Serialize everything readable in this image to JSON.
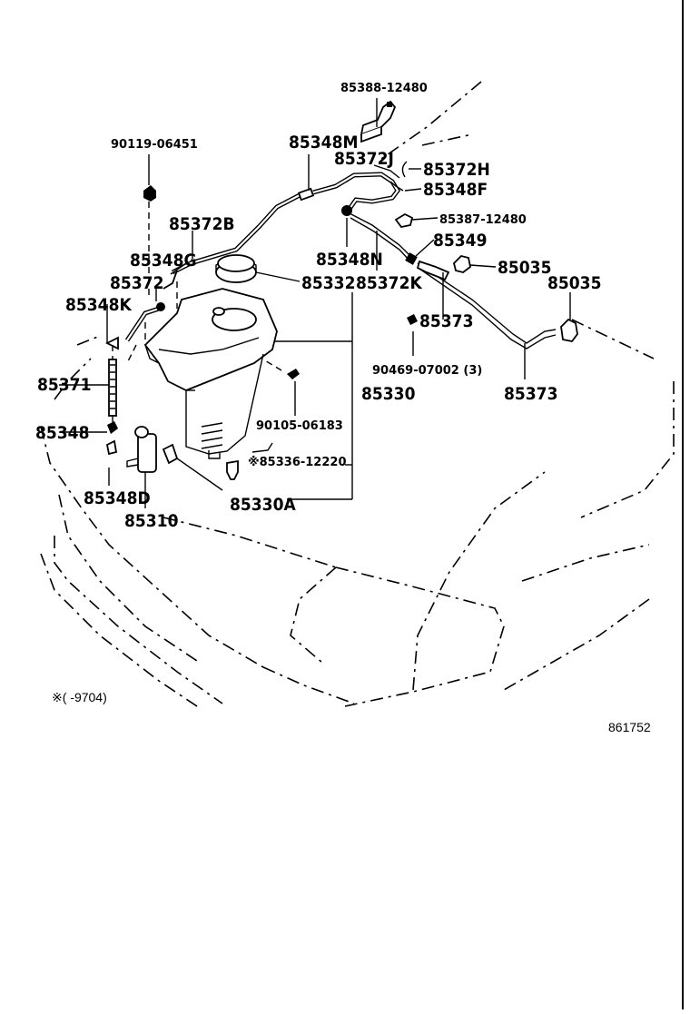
{
  "diagram": {
    "part_labels": [
      "85388-12480",
      "90119-06451",
      "85348M",
      "85372J",
      "85372H",
      "85348F",
      "85372B",
      "85387-12480",
      "85348G",
      "85348N",
      "85349",
      "85372",
      "85332",
      "85372K",
      "85035",
      "85035",
      "85348K",
      "85373",
      "85371",
      "90469-07002 (3)",
      "85330",
      "85373",
      "85348",
      "90105-06183",
      "※85336-12220",
      "85348D",
      "85330A",
      "85310"
    ],
    "footnote": "※(      -9704)",
    "figure_id": "861752"
  }
}
